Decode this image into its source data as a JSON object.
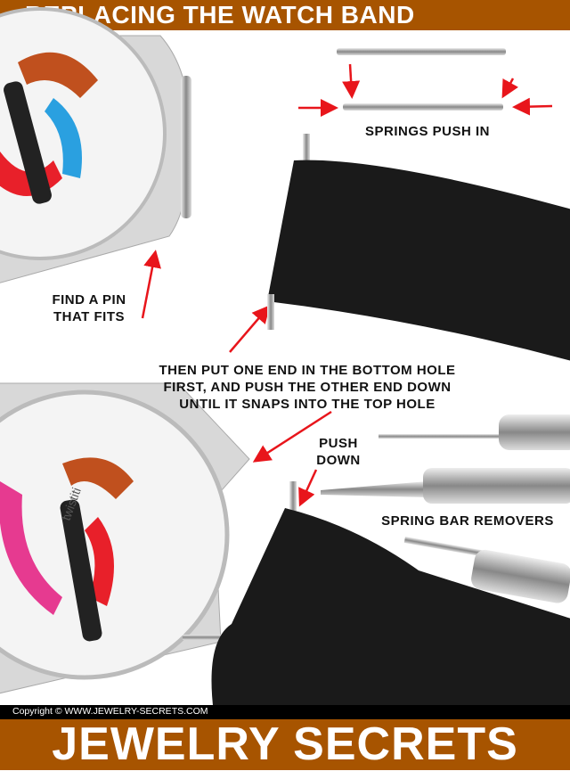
{
  "header": {
    "title": "REPLACING THE WATCH BAND"
  },
  "labels": {
    "springs": "SPRINGS PUSH IN",
    "find_pin_1": "FIND A PIN",
    "find_pin_2": "THAT FITS",
    "then_1": "THEN PUT ONE END IN THE BOTTOM HOLE",
    "then_2": "FIRST, AND PUSH THE OTHER END DOWN",
    "then_3": "UNTIL IT SNAPS INTO THE TOP HOLE",
    "push_1": "PUSH",
    "push_2": "DOWN",
    "removers": "SPRING BAR REMOVERS"
  },
  "watch_brand": "twistiti",
  "footer": {
    "copyright": "Copyright © WWW.JEWELRY-SECRETS.COM",
    "brand": "JEWELRY SECRETS"
  },
  "colors": {
    "brand": "#a75400",
    "arrow": "#e8151b",
    "strap": "#1a1a1a"
  }
}
